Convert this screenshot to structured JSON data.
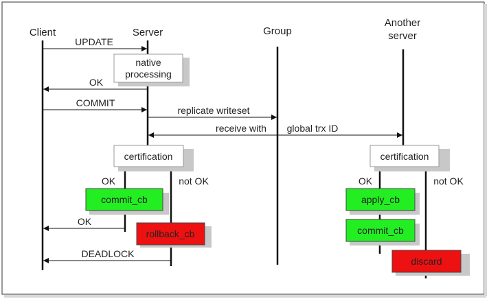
{
  "participants": {
    "client": "Client",
    "server": "Server",
    "group": "Group",
    "another_server_line1": "Another",
    "another_server_line2": "server"
  },
  "messages": {
    "update": "UPDATE",
    "ok_1": "OK",
    "commit": "COMMIT",
    "replicate_writeset": "replicate writeset",
    "receive_part1": "receive with",
    "receive_part2": "global trx ID",
    "ok_2": "OK",
    "deadlock": "DEADLOCK"
  },
  "boxes": {
    "native_line1": "native",
    "native_line2": "processing",
    "certification_server": "certification",
    "certification_other": "certification",
    "commit_cb_server": "commit_cb",
    "rollback_cb": "rollback_cb",
    "apply_cb": "apply_cb",
    "commit_cb_other": "commit_cb",
    "discard": "discard"
  },
  "branches": {
    "server_ok": "OK",
    "server_not_ok": "not OK",
    "other_ok": "OK",
    "other_not_ok": "not OK"
  },
  "colors": {
    "green": "#22ee22",
    "red": "#ee1111",
    "line": "#111111",
    "box_border": "#999999",
    "shadow": "#c8c8c8"
  }
}
